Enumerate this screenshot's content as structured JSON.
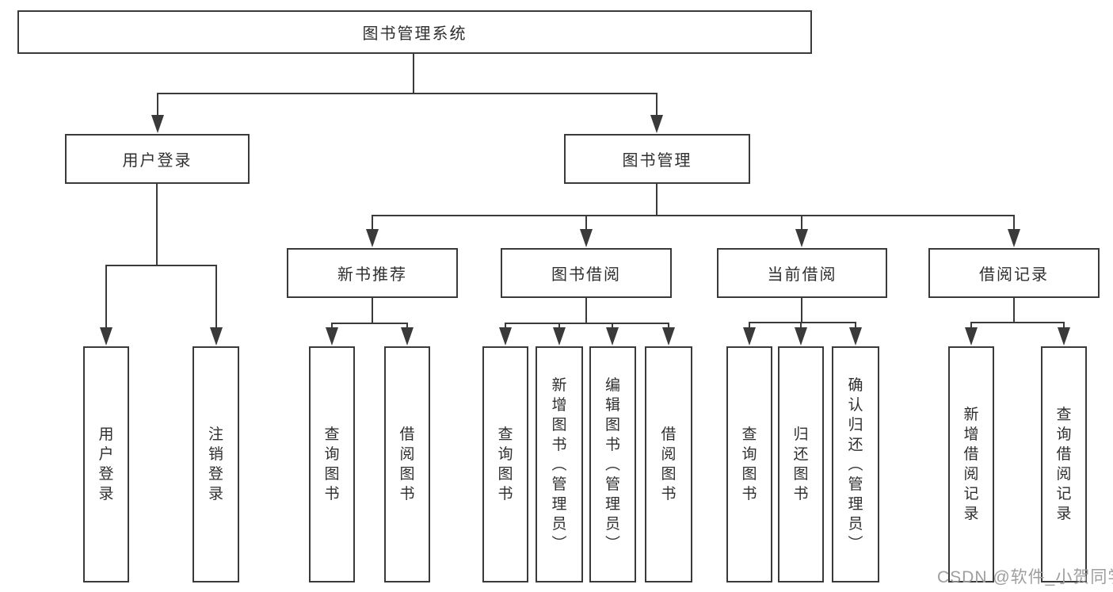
{
  "tree": {
    "root": {
      "label": "图书管理系统"
    },
    "branches": [
      {
        "label": "用户登录",
        "children": [
          {
            "label": "用户登录"
          },
          {
            "label": "注销登录"
          }
        ]
      },
      {
        "label": "图书管理",
        "children": [
          {
            "label": "新书推荐",
            "children": [
              {
                "label": "查询图书"
              },
              {
                "label": "借阅图书"
              }
            ]
          },
          {
            "label": "图书借阅",
            "children": [
              {
                "label": "查询图书"
              },
              {
                "label": "新增图书（管理员）"
              },
              {
                "label": "编辑图书（管理员）"
              },
              {
                "label": "借阅图书"
              }
            ]
          },
          {
            "label": "当前借阅",
            "children": [
              {
                "label": "查询图书"
              },
              {
                "label": "归还图书"
              },
              {
                "label": "确认归还（管理员）"
              }
            ]
          },
          {
            "label": "借阅记录",
            "children": [
              {
                "label": "新增借阅记录"
              },
              {
                "label": "查询借阅记录"
              }
            ]
          }
        ]
      }
    ]
  },
  "watermark": {
    "text": "CSDN @软件_小贺同学"
  },
  "colors": {
    "line": "#3a3a3a",
    "text": "#2f2f2f",
    "box_background": "#ffffff",
    "watermark": "#9e9e9e"
  }
}
